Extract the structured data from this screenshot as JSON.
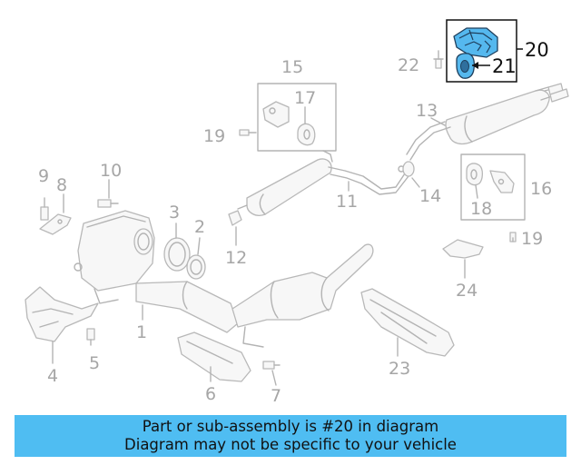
{
  "callouts": {
    "c1": "1",
    "c2": "2",
    "c3": "3",
    "c4": "4",
    "c5": "5",
    "c6": "6",
    "c7": "7",
    "c8": "8",
    "c9": "9",
    "c10": "10",
    "c11": "11",
    "c12": "12",
    "c13": "13",
    "c14": "14",
    "c15": "15",
    "c16": "16",
    "c17": "17",
    "c18": "18",
    "c19a": "19",
    "c19b": "19",
    "c20": "20",
    "c21": "21",
    "c22": "22",
    "c23": "23",
    "c24": "24"
  },
  "highlighted_part": "20",
  "colors": {
    "highlight": "#55b8ee",
    "banner": "#4fbdf2",
    "line": "#b3b3b3"
  },
  "banner": {
    "line1": "Part or sub-assembly is #20 in diagram",
    "line2": "Diagram may not be specific to your vehicle"
  }
}
